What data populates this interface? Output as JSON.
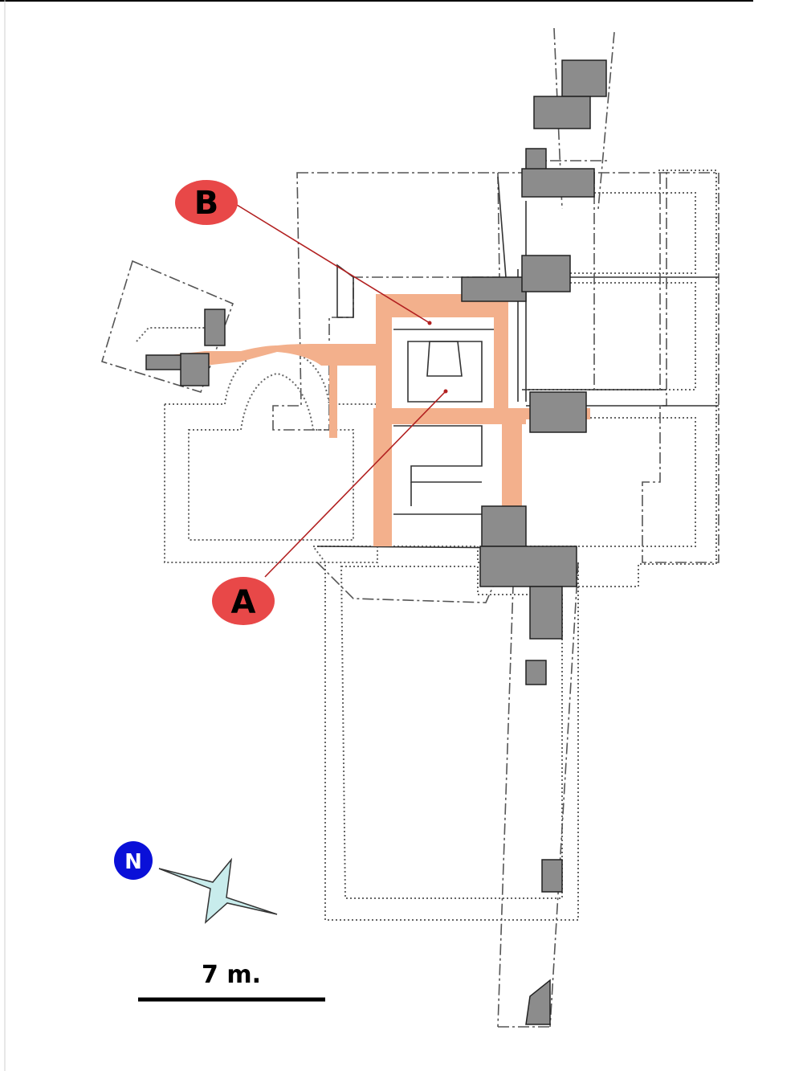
{
  "callouts": [
    {
      "id": "A",
      "label": "A"
    },
    {
      "id": "B",
      "label": "B"
    }
  ],
  "north": {
    "label": "N",
    "color": "#0a10d8"
  },
  "scale": {
    "label": "7 m."
  },
  "colors": {
    "highlight": "#f3b08c",
    "callout": "#e84848",
    "leader": "#b22020",
    "compass": "#c8ecec"
  }
}
